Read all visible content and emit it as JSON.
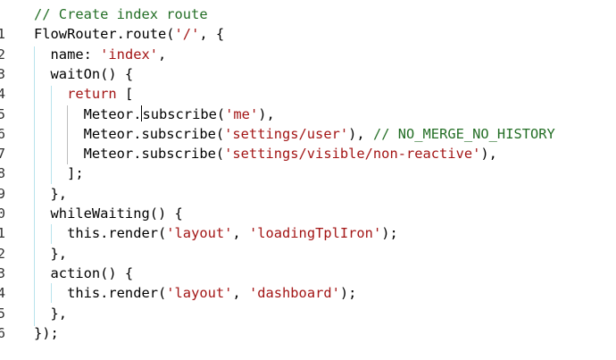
{
  "editor": {
    "line_numbers": [
      "",
      "1",
      "2",
      "3",
      "4",
      "5",
      "6",
      "7",
      "8",
      "9",
      "0",
      "1",
      "2",
      "3",
      "4",
      "5",
      "6"
    ],
    "lines": [
      [
        {
          "t": "comment",
          "v": "// Create index route"
        }
      ],
      [
        {
          "t": "plain",
          "v": "FlowRouter.route("
        },
        {
          "t": "string",
          "v": "'/'"
        },
        {
          "t": "plain",
          "v": ", {"
        }
      ],
      [
        {
          "t": "plain",
          "v": "  name: "
        },
        {
          "t": "string",
          "v": "'index'"
        },
        {
          "t": "plain",
          "v": ","
        }
      ],
      [
        {
          "t": "plain",
          "v": "  waitOn() {"
        }
      ],
      [
        {
          "t": "plain",
          "v": "    "
        },
        {
          "t": "keyword",
          "v": "return"
        },
        {
          "t": "plain",
          "v": " ["
        }
      ],
      [
        {
          "t": "plain",
          "v": "      Meteor."
        },
        {
          "t": "cursor",
          "v": ""
        },
        {
          "t": "plain",
          "v": "subscribe("
        },
        {
          "t": "string",
          "v": "'me'"
        },
        {
          "t": "plain",
          "v": "),"
        }
      ],
      [
        {
          "t": "plain",
          "v": "      Meteor.subscribe("
        },
        {
          "t": "string",
          "v": "'settings/user'"
        },
        {
          "t": "plain",
          "v": "), "
        },
        {
          "t": "comment",
          "v": "// NO_MERGE_NO_HISTORY"
        }
      ],
      [
        {
          "t": "plain",
          "v": "      Meteor.subscribe("
        },
        {
          "t": "string",
          "v": "'settings/visible/non-reactive'"
        },
        {
          "t": "plain",
          "v": "),"
        }
      ],
      [
        {
          "t": "plain",
          "v": "    ];"
        }
      ],
      [
        {
          "t": "plain",
          "v": "  },"
        }
      ],
      [
        {
          "t": "plain",
          "v": "  whileWaiting() {"
        }
      ],
      [
        {
          "t": "plain",
          "v": "    this.render("
        },
        {
          "t": "string",
          "v": "'layout'"
        },
        {
          "t": "plain",
          "v": ", "
        },
        {
          "t": "string",
          "v": "'loadingTplIron'"
        },
        {
          "t": "plain",
          "v": ");"
        }
      ],
      [
        {
          "t": "plain",
          "v": "  },"
        }
      ],
      [
        {
          "t": "plain",
          "v": "  action() {"
        }
      ],
      [
        {
          "t": "plain",
          "v": "    this.render("
        },
        {
          "t": "string",
          "v": "'layout'"
        },
        {
          "t": "plain",
          "v": ", "
        },
        {
          "t": "string",
          "v": "'dashboard'"
        },
        {
          "t": "plain",
          "v": ");"
        }
      ],
      [
        {
          "t": "plain",
          "v": "  },"
        }
      ],
      [
        {
          "t": "plain",
          "v": "});"
        }
      ]
    ],
    "colors": {
      "comment": "#236e25",
      "string": "#a31515",
      "indent_guide": "#b9e3ec",
      "active_guide": "#bdbdbd"
    }
  }
}
